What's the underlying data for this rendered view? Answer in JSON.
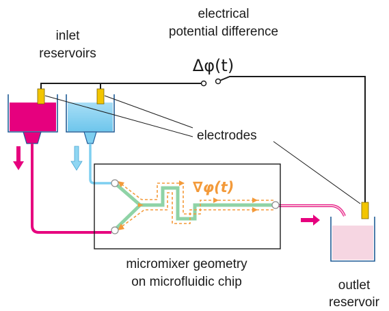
{
  "labels": {
    "potential_title_line1": "electrical",
    "potential_title_line2": "potential difference",
    "potential_symbol": "Δφ(t)",
    "inlet_line1": "inlet",
    "inlet_line2": "reservoirs",
    "electrodes": "electrodes",
    "gradient_symbol": "∇φ(t)",
    "chip_line1": "micromixer geometry",
    "chip_line2": "on microfluidic chip",
    "outlet_line1": "outlet",
    "outlet_line2": "reservoir"
  },
  "colors": {
    "magenta": "#e6007e",
    "light_blue": "#7ecff0",
    "pale_pink": "#f6d6e2",
    "channel_green": "#8fd3a6",
    "gradient_orange": "#f39a3a",
    "electrode_yellow": "#f2c500",
    "wire": "#1a1a1a"
  }
}
